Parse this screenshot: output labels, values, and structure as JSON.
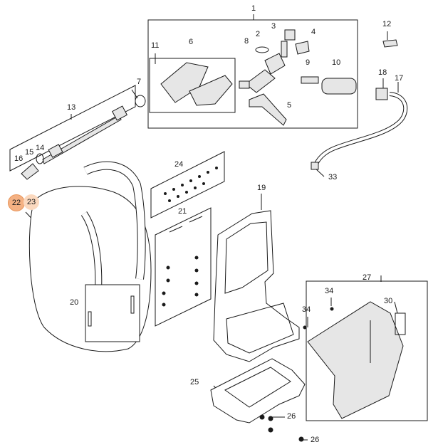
{
  "diagram": {
    "highlight_colors": {
      "primary": "#f4b183",
      "secondary": "#fbd9bf",
      "line": "#1a1a1a",
      "part_fill": "#e6e6e6"
    },
    "callouts": {
      "c1": "1",
      "c2": "2",
      "c3": "3",
      "c4": "4",
      "c5": "5",
      "c6": "6",
      "c7": "7",
      "c8": "8",
      "c9": "9",
      "c10": "10",
      "c11": "11",
      "c12": "12",
      "c13": "13",
      "c14": "14",
      "c15": "15",
      "c16": "16",
      "c17": "17",
      "c18": "18",
      "c19": "19",
      "c20": "20",
      "c21": "21",
      "c22": "22",
      "c23": "23",
      "c24": "24",
      "c25": "25",
      "c26a": "26",
      "c26b": "26",
      "c27": "27",
      "c30": "30",
      "c33": "33",
      "c34a": "34",
      "c34b": "34"
    }
  }
}
